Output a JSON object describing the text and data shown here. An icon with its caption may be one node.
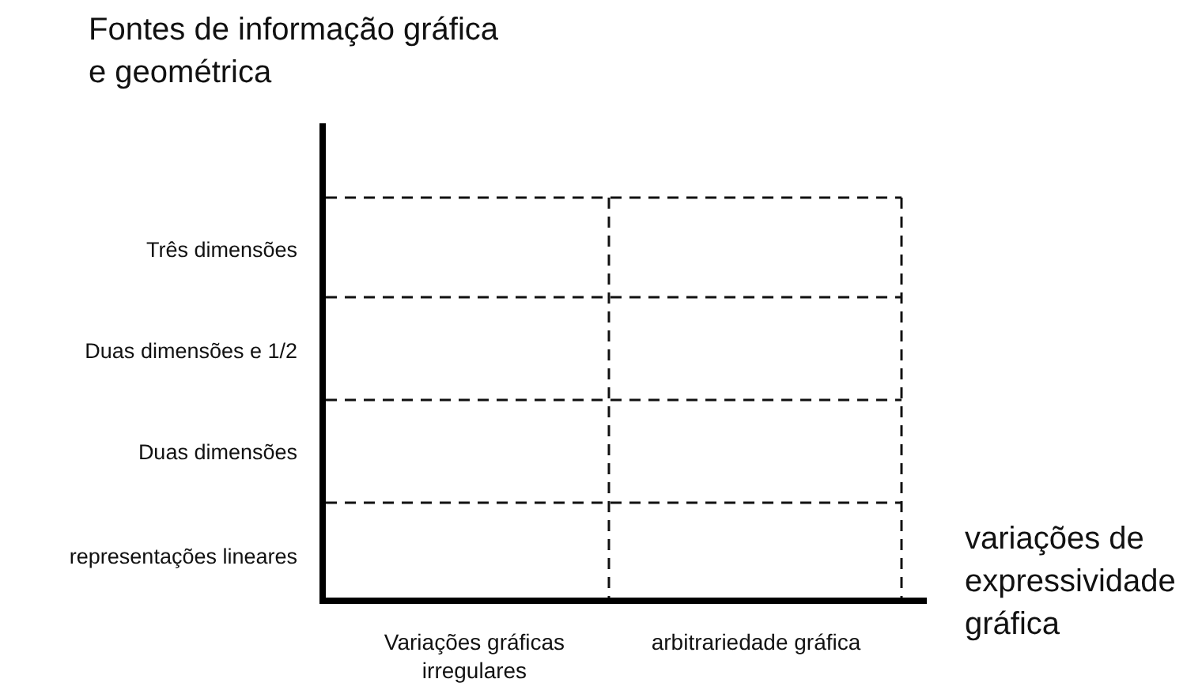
{
  "diagram": {
    "labels": [
      "Fontes de informação gráfica e geométrica",
      "Três dimensões",
      "Duas dimensões e 1/2",
      "Duas dimensões",
      "representações lineares",
      "variações de expressividade gráfica",
      "Variações gráficas irregulares",
      "arbitrariedade gráfica"
    ]
  }
}
